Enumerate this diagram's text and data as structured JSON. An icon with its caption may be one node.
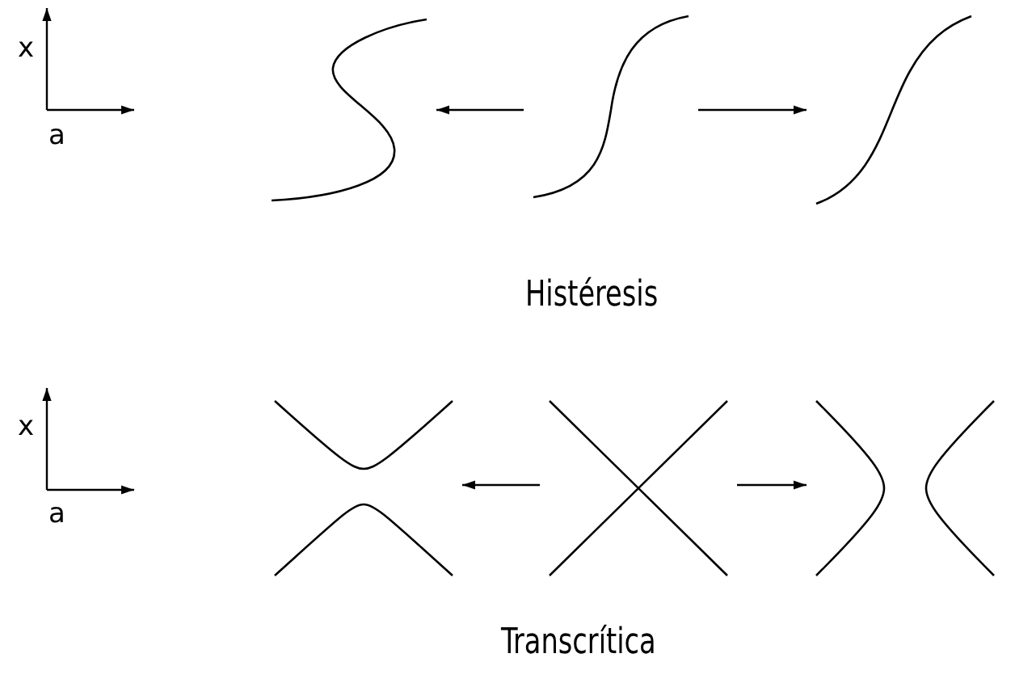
{
  "diagram": {
    "nodes": [
      {
        "text": [],
        "shape": "picture"
      },
      {
        "text": [],
        "shape": "picture"
      },
      {
        "text": [],
        "shape": "picture"
      },
      {
        "text": [],
        "shape": "picture"
      },
      {
        "text": [],
        "shape": "picture"
      },
      {
        "text": [],
        "shape": "picture"
      }
    ],
    "edges": [
      {
        "from": 1,
        "to": 0,
        "arrow": "to"
      },
      {
        "from": 1,
        "to": 2,
        "arrow": "to"
      },
      {
        "from": 4,
        "to": 3,
        "arrow": "to"
      },
      {
        "from": 4,
        "to": 5,
        "arrow": "to"
      }
    ],
    "labels": [
      "x",
      "a",
      "Histéresis",
      "x",
      "a",
      "Transcrítica"
    ]
  }
}
